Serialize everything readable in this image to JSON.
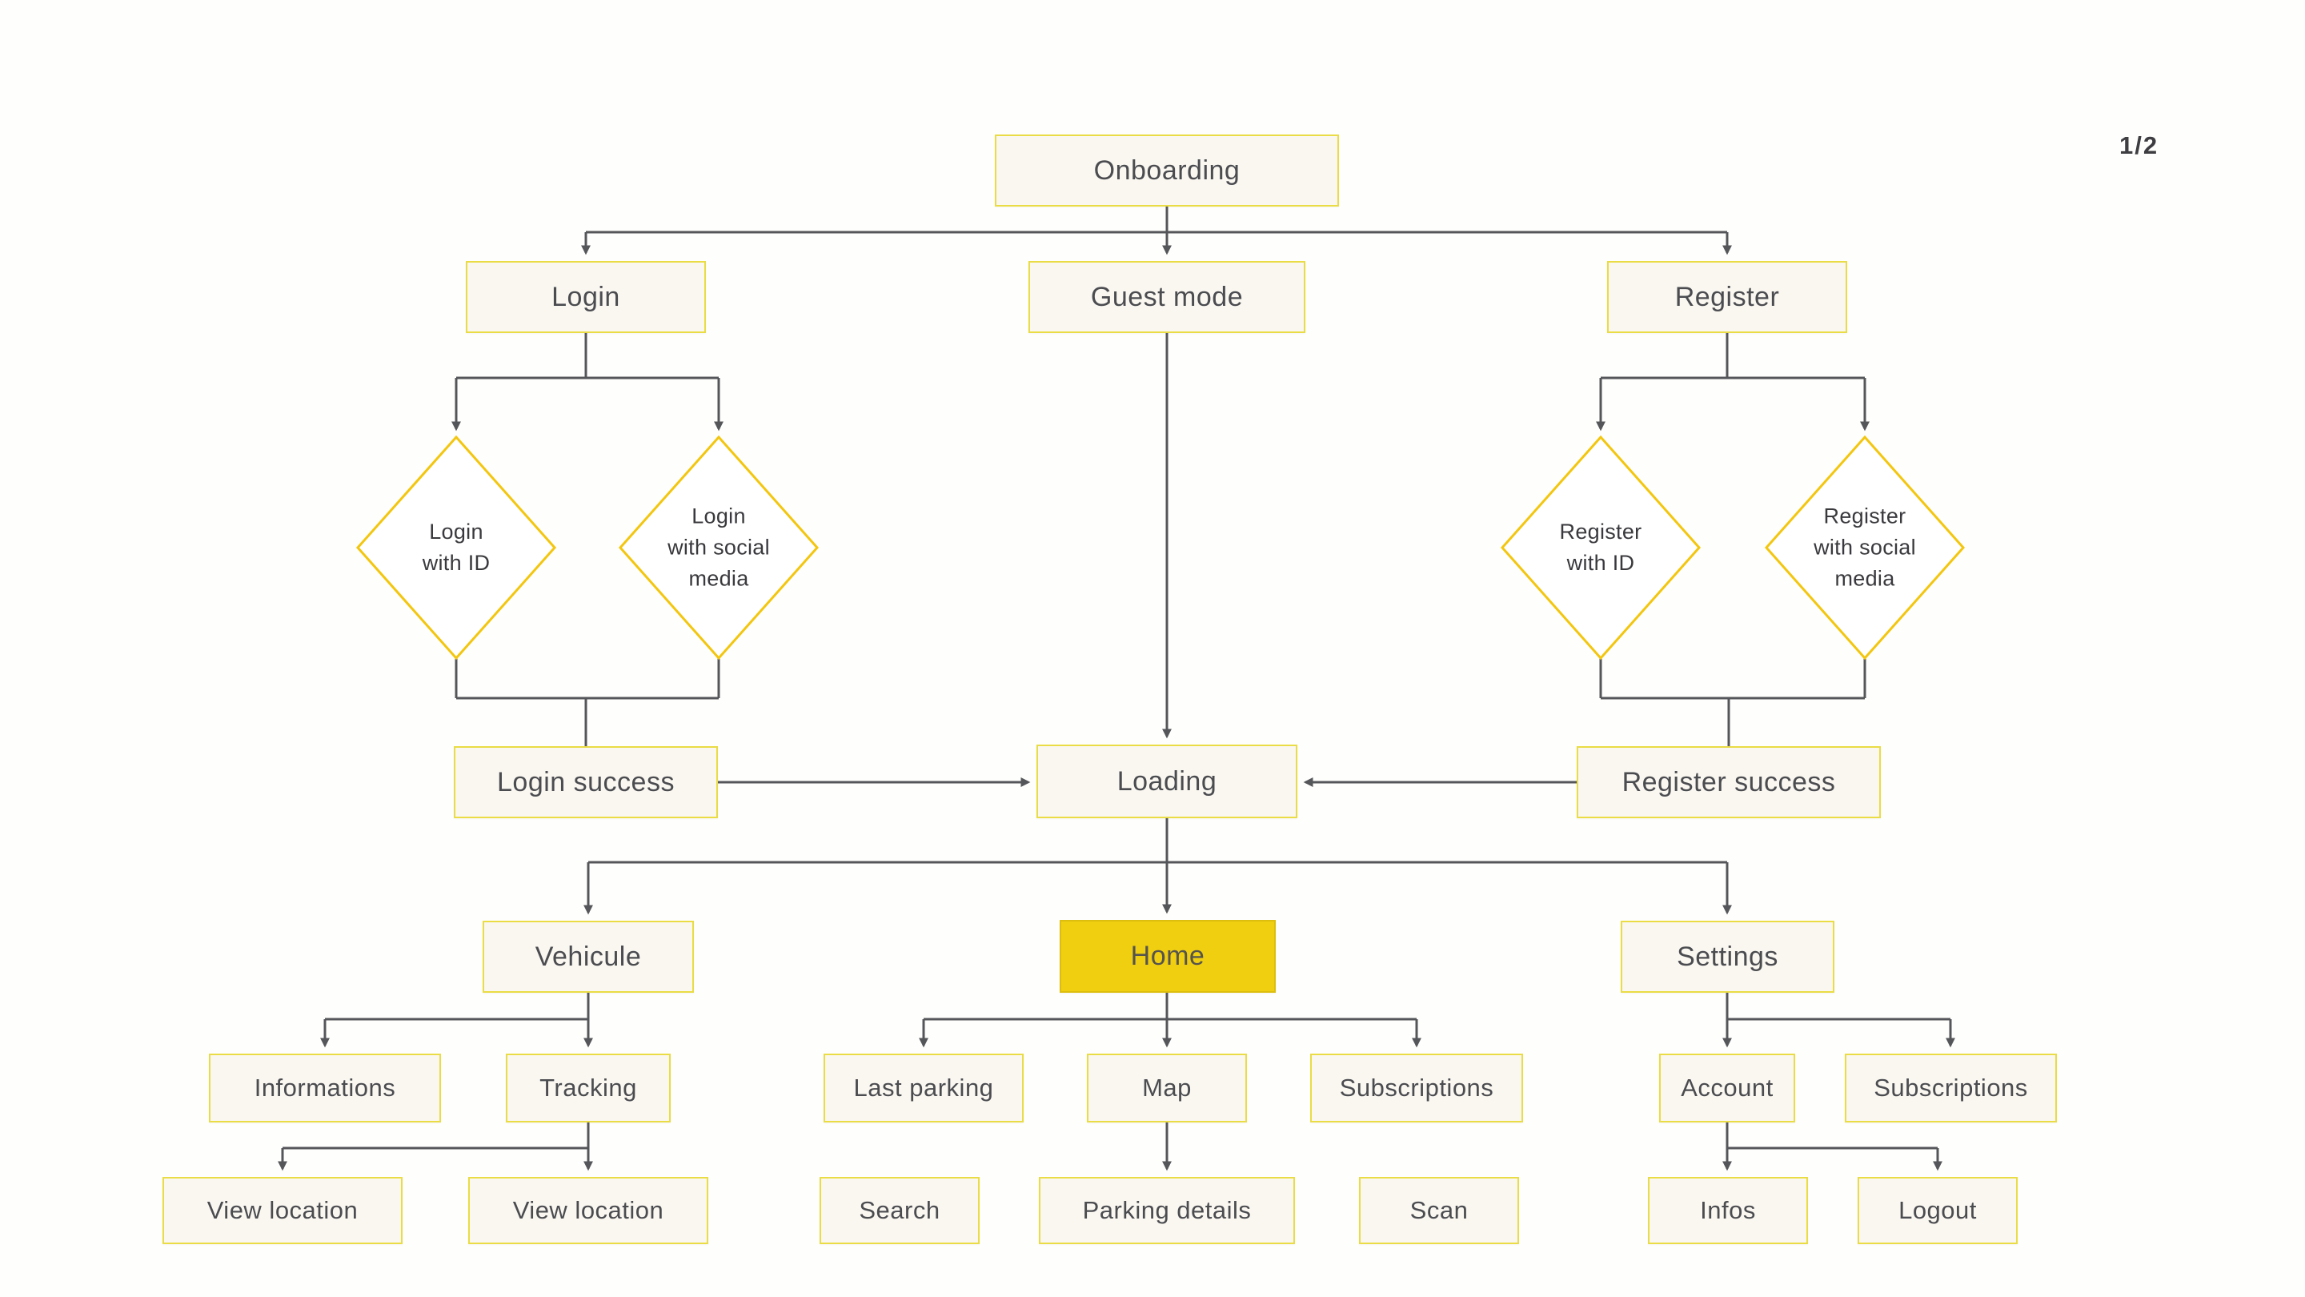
{
  "page": {
    "indicator": "1/2"
  },
  "colors": {
    "background": "#FEFEFC",
    "box_fill": "#FAF7F1",
    "box_border_yellow": "#EADC45",
    "diamond_border_gold": "#F3C60F",
    "diamond_fill": "#FFFFFF",
    "home_fill": "#F0CE10",
    "connector_line": "#55565A",
    "text": "#4B4C50"
  },
  "nodes": {
    "onboarding": {
      "label": "Onboarding"
    },
    "login": {
      "label": "Login"
    },
    "guest_mode": {
      "label": "Guest mode"
    },
    "register": {
      "label": "Register"
    },
    "login_with_id": {
      "label": "Login\nwith ID"
    },
    "login_with_social": {
      "label": "Login\nwith social\nmedia"
    },
    "register_with_id": {
      "label": "Register\nwith ID"
    },
    "register_with_social": {
      "label": "Register\nwith social\nmedia"
    },
    "login_success": {
      "label": "Login success"
    },
    "loading": {
      "label": "Loading"
    },
    "register_success": {
      "label": "Register success"
    },
    "vehicule": {
      "label": "Vehicule"
    },
    "home": {
      "label": "Home"
    },
    "settings": {
      "label": "Settings"
    },
    "informations": {
      "label": "Informations"
    },
    "tracking": {
      "label": "Tracking"
    },
    "last_parking": {
      "label": "Last parking"
    },
    "map": {
      "label": "Map"
    },
    "subscriptions_home": {
      "label": "Subscriptions"
    },
    "account": {
      "label": "Account"
    },
    "subscriptions_settings": {
      "label": "Subscriptions"
    },
    "view_location_left": {
      "label": "View location"
    },
    "view_location_right": {
      "label": "View location"
    },
    "search": {
      "label": "Search"
    },
    "parking_details": {
      "label": "Parking details"
    },
    "scan": {
      "label": "Scan"
    },
    "infos": {
      "label": "Infos"
    },
    "logout": {
      "label": "Logout"
    }
  }
}
